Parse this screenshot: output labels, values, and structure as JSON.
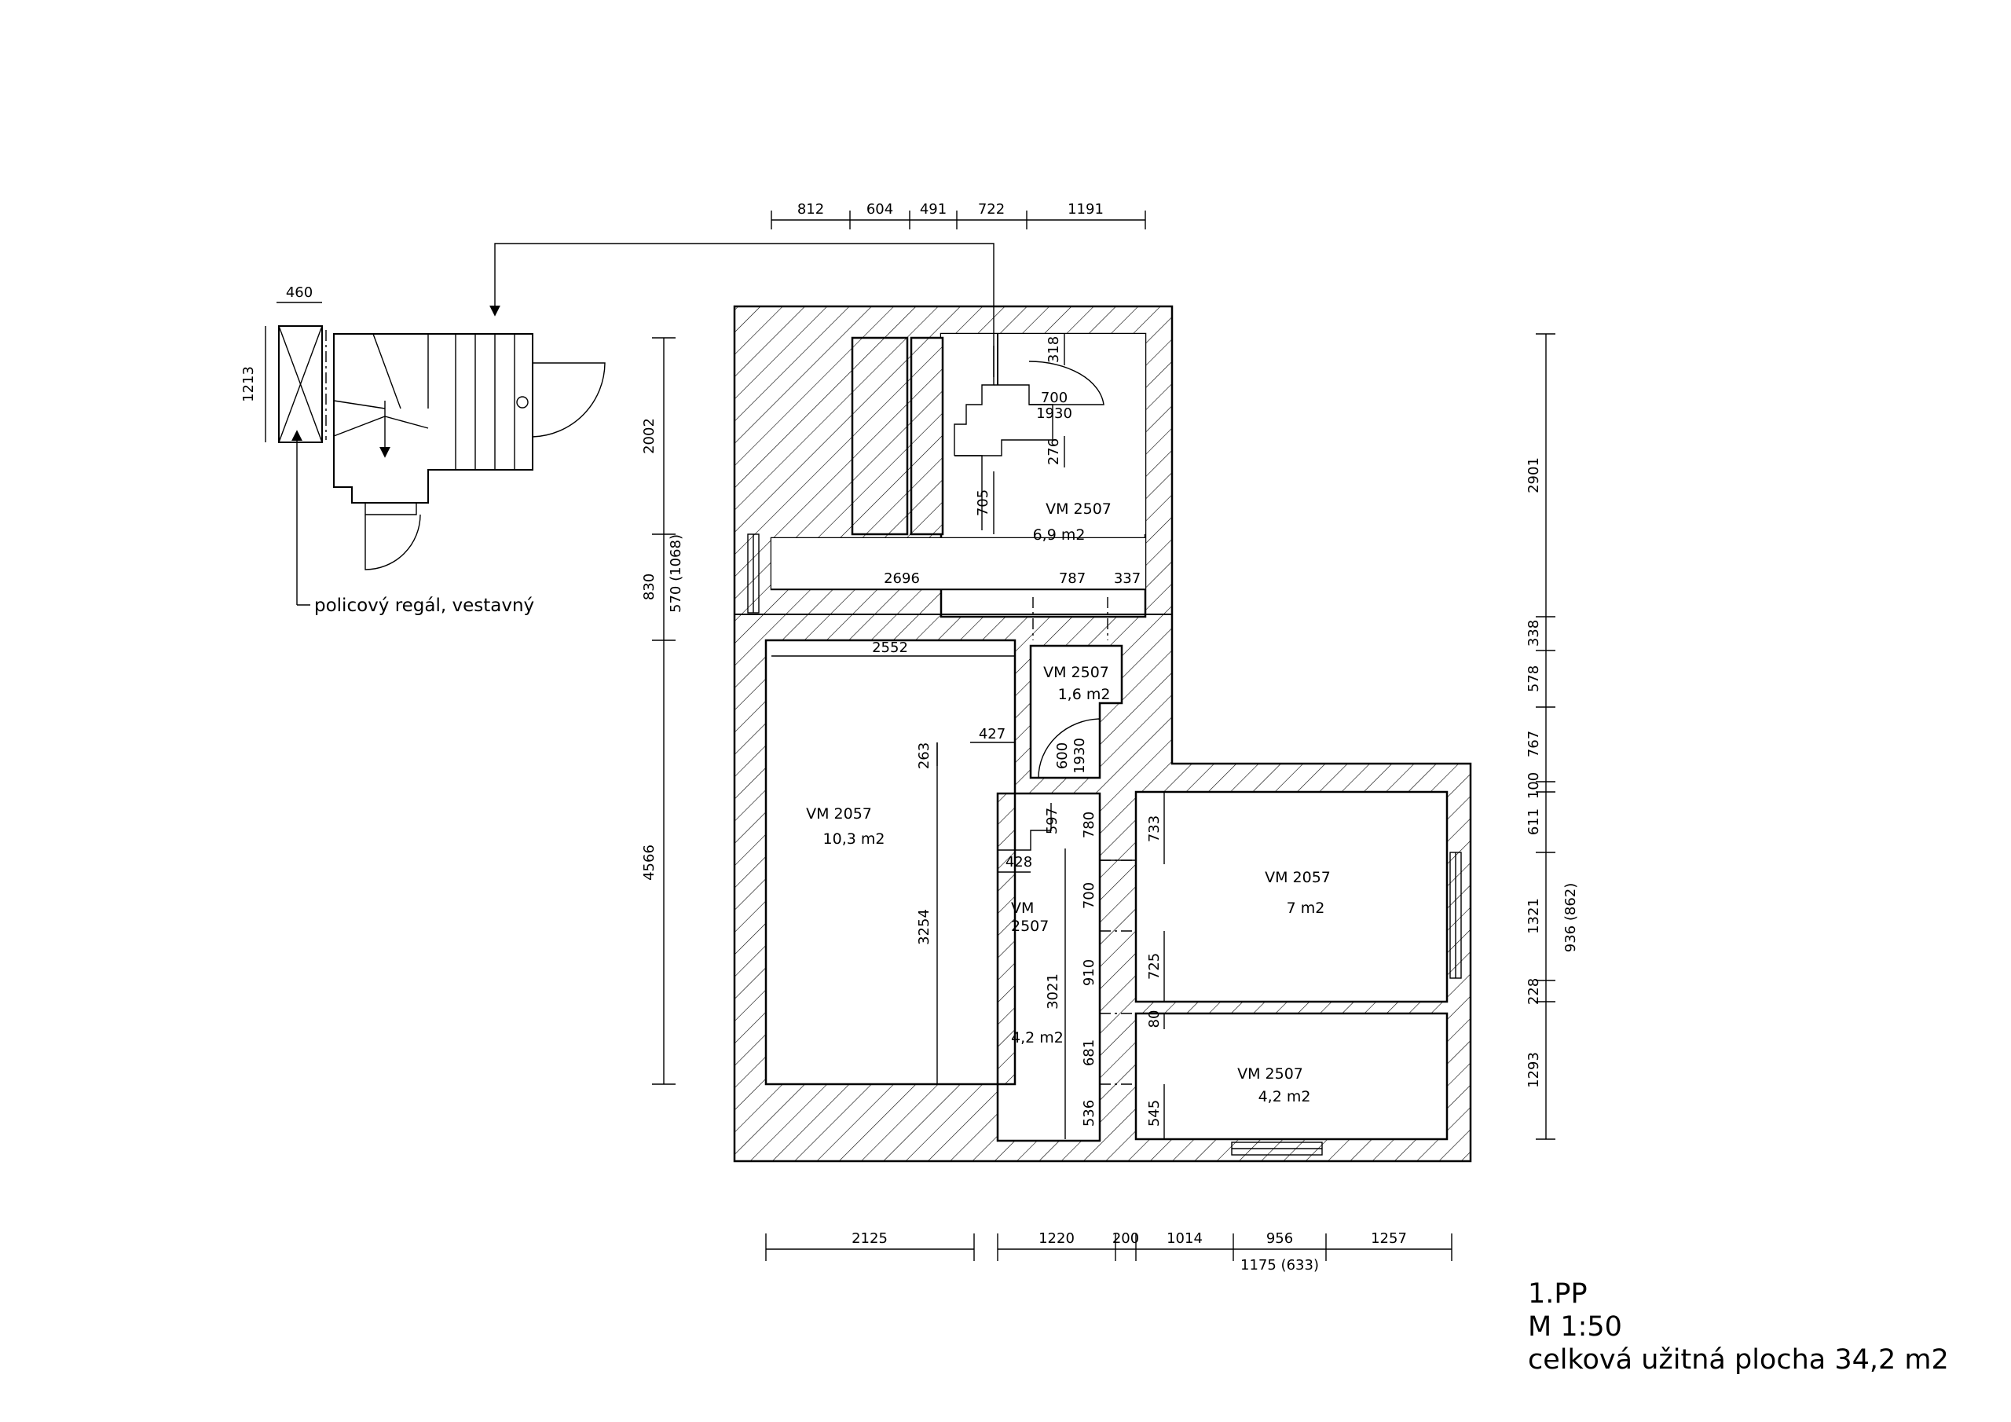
{
  "sheet": {
    "floor": "1.PP",
    "scale": "M 1:50",
    "area_total": "celková užitná plocha 34,2 m2"
  },
  "colors": {
    "line": "#000000",
    "background": "#ffffff"
  },
  "note": {
    "shelf": "policový regál, vestavný"
  },
  "rooms": [
    {
      "code": "VM 2507",
      "area": "6,9 m2"
    },
    {
      "code": "VM 2507",
      "area": "1,6 m2"
    },
    {
      "code": "VM 2057",
      "area": "10,3 m2"
    },
    {
      "code": "VM",
      "code2": "2507",
      "area": "4,2 m2"
    },
    {
      "code": "VM 2057",
      "area": "7 m2"
    },
    {
      "code": "VM 2507",
      "area": "4,2 m2"
    }
  ],
  "dimensions": {
    "top_chain": [
      "812",
      "604",
      "491",
      "722",
      "1191"
    ],
    "bottom_chain": [
      "2125",
      "1220",
      "200",
      "1014",
      "956",
      "1257"
    ],
    "bottom_sub": "1175 (633)",
    "left_chain": [
      "2002",
      "830",
      "4566"
    ],
    "left_sub": "570 (1068)",
    "right_chain": [
      "2901",
      "338",
      "578",
      "767",
      "100",
      "611",
      "1321",
      "228",
      "1293"
    ],
    "right_sub": "936 (862)",
    "inner": {
      "d460": "460",
      "d1213": "1213",
      "d318": "318",
      "d700": "700",
      "d1930a": "1930",
      "d276": "276",
      "d705": "705",
      "d2696": "2696",
      "d787": "787",
      "d337": "337",
      "d2552": "2552",
      "d427": "427",
      "d263": "263",
      "d600": "600",
      "d1930b": "1930",
      "d3254": "3254",
      "d597": "597",
      "d780": "780",
      "d428": "428",
      "d733": "733",
      "d700b": "700",
      "d910": "910",
      "d725": "725",
      "d3021": "3021",
      "d80": "80",
      "d681": "681",
      "d536": "536",
      "d545": "545"
    }
  }
}
